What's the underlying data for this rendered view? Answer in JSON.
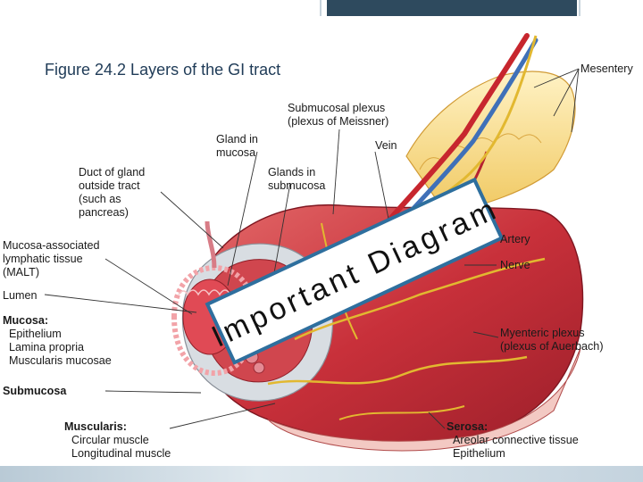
{
  "title": "Figure 24.2 Layers of the GI tract",
  "watermark": "Important Diagram",
  "labels": {
    "mesentery": "Mesentery",
    "submucosal_plexus": "Submucosal plexus\n(plexus of Meissner)",
    "gland_in_mucosa": "Gland in\nmucosa",
    "vein": "Vein",
    "duct_of_gland": "Duct of gland\noutside tract\n(such as\npancreas)",
    "glands_in_submucosa": "Glands in\nsubmucosa",
    "malt": "Mucosa-associated\nlymphatic tissue\n(MALT)",
    "artery": "Artery",
    "nerve": "Nerve",
    "lumen": "Lumen",
    "mucosa_heading": "Mucosa:",
    "mucosa_items": "Epithelium\nLamina propria\nMuscularis mucosae",
    "myenteric_plexus": "Myenteric plexus\n(plexus of Auerbach)",
    "submucosa": "Submucosa",
    "muscularis_heading": "Muscularis:",
    "muscularis_items": "Circular muscle\nLongitudinal muscle",
    "serosa_heading": "Serosa:",
    "serosa_items": "Areolar connective tissue\nEpithelium"
  },
  "colors": {
    "muscle": "#c8303a",
    "muscle_light": "#e46a6a",
    "nerve": "#e2b830",
    "fat": "#f4d58a",
    "ribbon_fill": "#ffffff",
    "ribbon_stroke": "#2e6f9e",
    "title": "#1f3b57"
  }
}
